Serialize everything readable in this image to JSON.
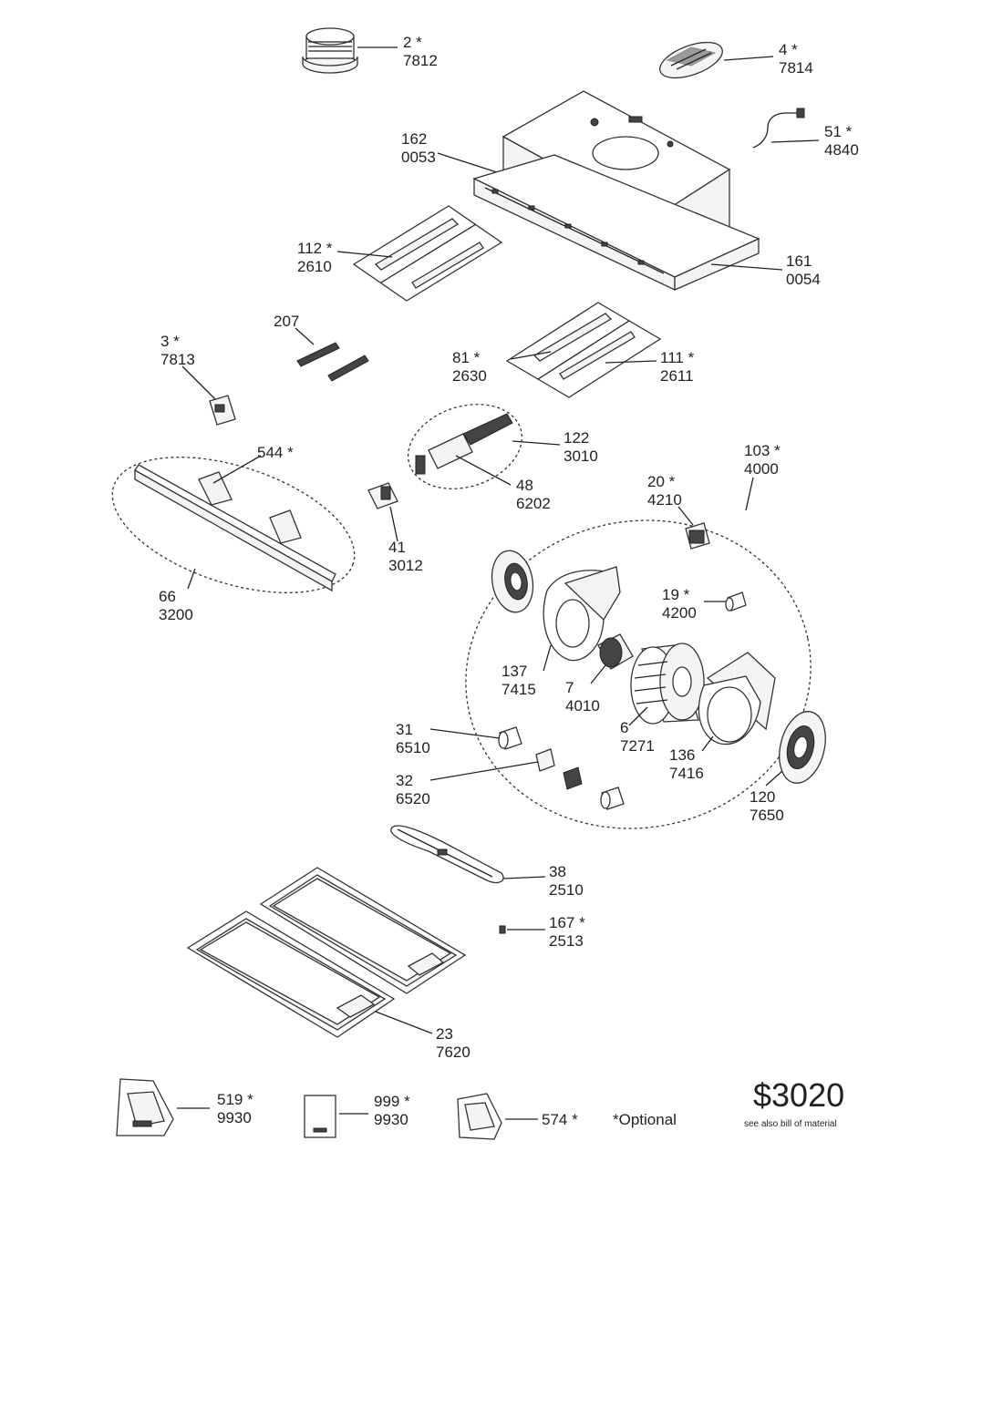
{
  "parts": {
    "p2": {
      "num": "2 *",
      "code": "7812"
    },
    "p4": {
      "num": "4 *",
      "code": "7814"
    },
    "p51": {
      "num": "51 *",
      "code": "4840"
    },
    "p162": {
      "num": "162",
      "code": "0053"
    },
    "p161": {
      "num": "161",
      "code": "0054"
    },
    "p112": {
      "num": "112 *",
      "code": "2610"
    },
    "p207": {
      "num": "207",
      "code": ""
    },
    "p3": {
      "num": "3 *",
      "code": "7813"
    },
    "p81": {
      "num": "81 *",
      "code": "2630"
    },
    "p111": {
      "num": "111 *",
      "code": "2611"
    },
    "p544": {
      "num": "544 *",
      "code": ""
    },
    "p122": {
      "num": "122",
      "code": "3010"
    },
    "p48": {
      "num": "48",
      "code": "6202"
    },
    "p41": {
      "num": "41",
      "code": "3012"
    },
    "p66": {
      "num": "66",
      "code": "3200"
    },
    "p103": {
      "num": "103 *",
      "code": "4000"
    },
    "p20": {
      "num": "20 *",
      "code": "4210"
    },
    "p19": {
      "num": "19 *",
      "code": "4200"
    },
    "p137": {
      "num": "137",
      "code": "7415"
    },
    "p7": {
      "num": "7",
      "code": "4010"
    },
    "p6": {
      "num": "6",
      "code": "7271"
    },
    "p136": {
      "num": "136",
      "code": "7416"
    },
    "p120": {
      "num": "120",
      "code": "7650"
    },
    "p31": {
      "num": "31",
      "code": "6510"
    },
    "p32": {
      "num": "32",
      "code": "6520"
    },
    "p38": {
      "num": "38",
      "code": "2510"
    },
    "p167": {
      "num": "167 *",
      "code": "2513"
    },
    "p23": {
      "num": "23",
      "code": "7620"
    },
    "p519": {
      "num": "519 *",
      "code": "9930"
    },
    "p999": {
      "num": "999 *",
      "code": "9930"
    },
    "p574": {
      "num": "574 *",
      "code": ""
    }
  },
  "legend": {
    "optional": "*Optional",
    "model": "$3020",
    "note": "see also bill of material"
  }
}
